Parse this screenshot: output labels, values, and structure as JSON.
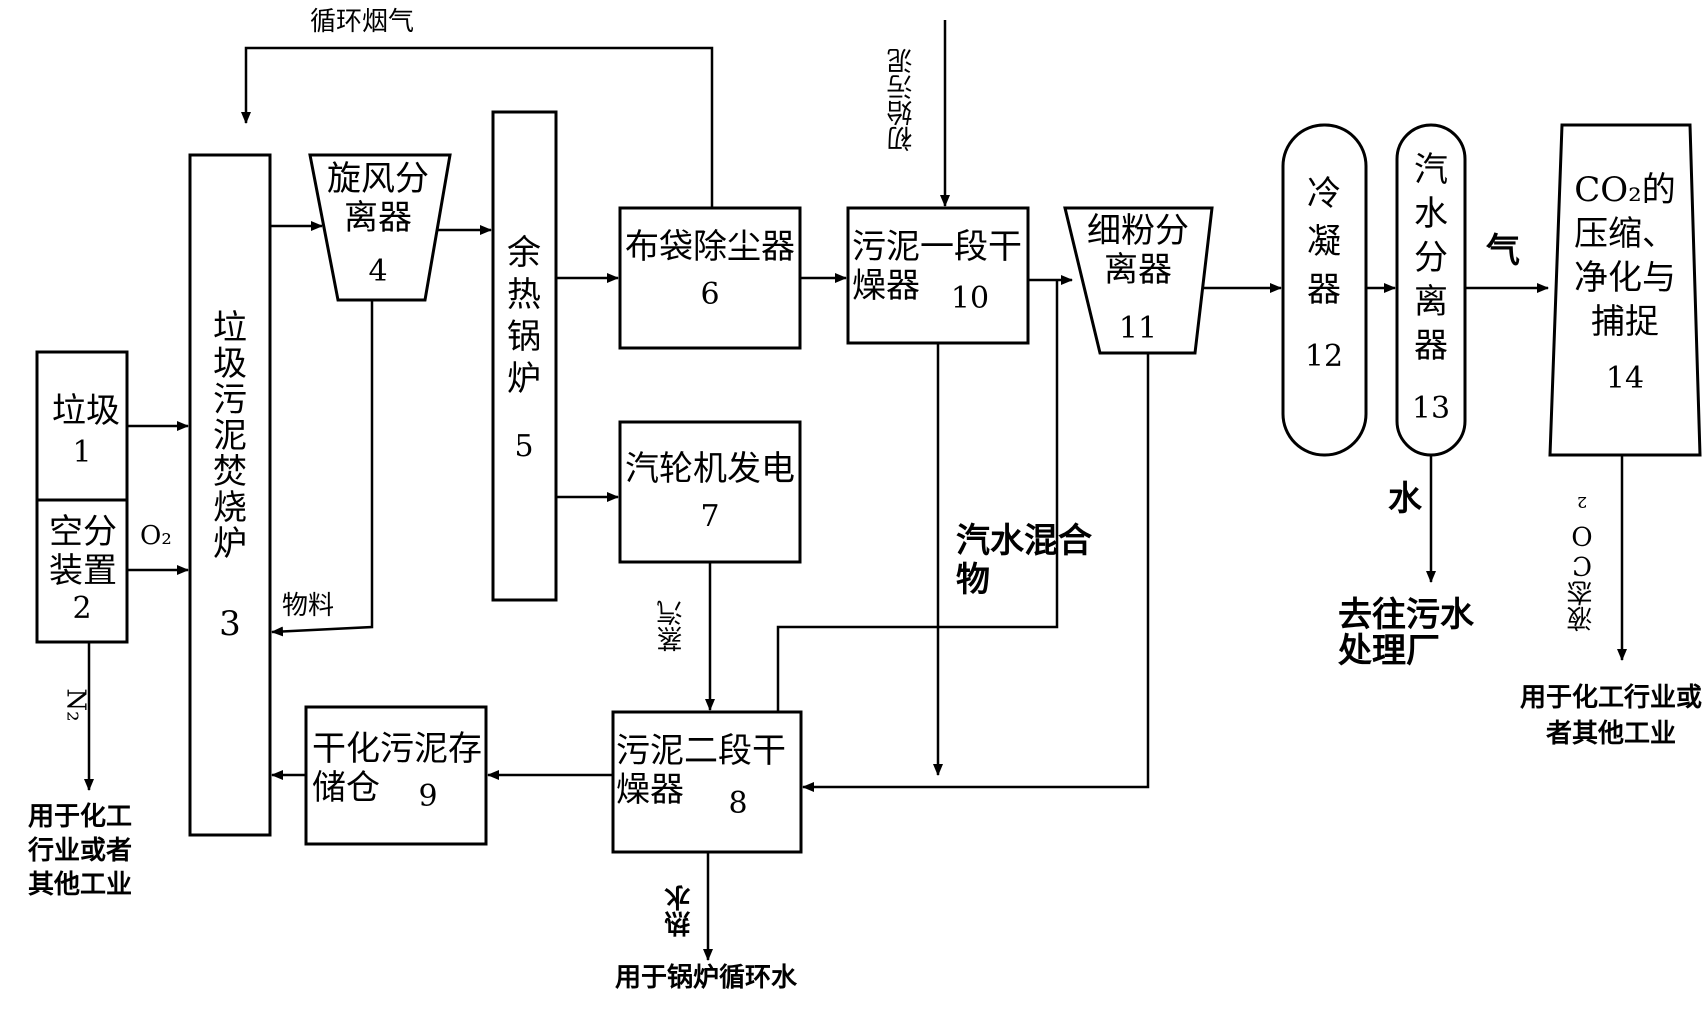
{
  "nodes": {
    "garbage": {
      "label": "垃圾",
      "number": "1"
    },
    "air_separation": {
      "label": "空分\n装置",
      "number": "2"
    },
    "incinerator": {
      "label": "垃\n圾\n污\n泥\n焚\n烧\n炉",
      "number": "3"
    },
    "cyclone": {
      "label": "旋风分\n离器",
      "number": "4"
    },
    "waste_heat_boiler": {
      "label": "余\n热\n锅\n炉",
      "number": "5"
    },
    "bag_filter": {
      "label": "布袋除尘器",
      "number": "6"
    },
    "turbine": {
      "label": "汽轮机发电",
      "number": "7"
    },
    "dryer2": {
      "label": "污泥二段干\n燥器",
      "number": "8"
    },
    "storage": {
      "label": "干化污泥存\n储仓",
      "number": "9"
    },
    "dryer1": {
      "label": "污泥一段干\n燥器",
      "number": "10"
    },
    "fine_separator": {
      "label": "细粉分\n离器",
      "number": "11"
    },
    "condenser": {
      "label": "冷\n凝\n器",
      "number": "12"
    },
    "steam_water_separator": {
      "label": "汽\n水\n分\n离\n器",
      "number": "13"
    },
    "co2_unit": {
      "label": "CO₂的\n压缩、\n净化与\n捕捉",
      "number": "14"
    }
  },
  "flow_labels": {
    "recycle_flue_gas": "循环烟气",
    "raw_sludge": "初始污泥",
    "o2": "O₂",
    "material": "物料",
    "n2": "N₂",
    "steam": "蒸汽",
    "steam_water_mix": "汽水混合\n物",
    "gas": "气",
    "water": "水",
    "hot_water": "热水",
    "liquid_co2": "液态CO₂"
  },
  "destinations": {
    "n2_use": "用于化工\n行业或者\n其他工业",
    "boiler_water": "用于锅炉循环水",
    "wastewater_plant": "去往污水\n处理厂",
    "co2_use": "用于化工行业或\n者其他工业"
  }
}
